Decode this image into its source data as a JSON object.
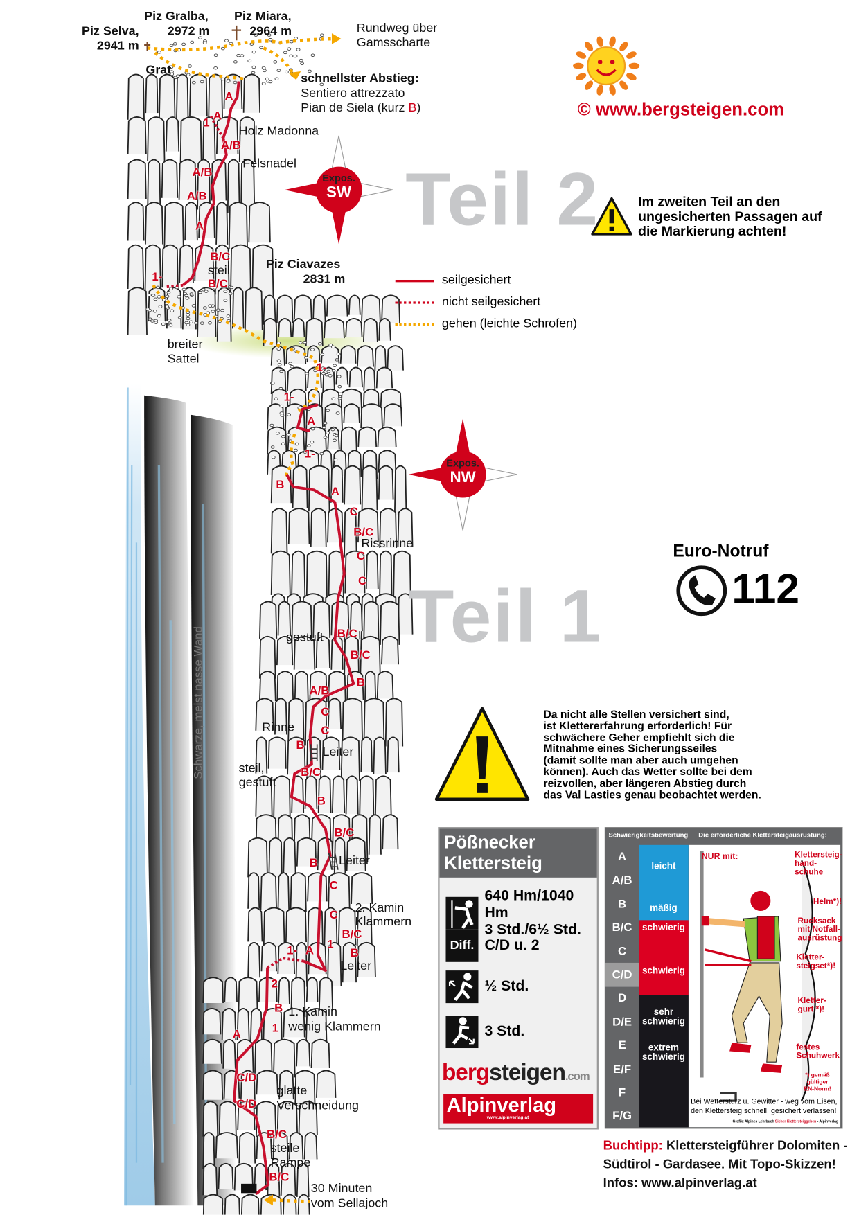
{
  "peaks": [
    {
      "name": "Piz Selva,",
      "alt": "2941 m"
    },
    {
      "name": "Piz Gralba,",
      "alt": "2972 m"
    },
    {
      "name": "Piz Miara,",
      "alt": "2964 m"
    },
    {
      "name": "Piz  Ciavazes",
      "alt": "2831 m"
    }
  ],
  "top_notes": {
    "rundweg": [
      "Rundweg über",
      "Gamsscharte"
    ],
    "grat": "Grat",
    "abstieg_title": "schnellster Abstieg:",
    "abstieg_l1": "Sentiero attrezzato",
    "abstieg_l2a": "Pian de Siela (kurz ",
    "abstieg_l2b": "B",
    "abstieg_l2c": ")"
  },
  "brand": {
    "copyright": "©  www.bergsteigen.com"
  },
  "teil2": {
    "title": "Teil 2",
    "exposure_label": "Expos.",
    "exposure": "SW",
    "warning": [
      "Im zweiten Teil an den",
      "ungesicherten Passagen auf",
      "die  Markierung achten!"
    ]
  },
  "teil1": {
    "title": "Teil 1",
    "exposure_label": "Expos.",
    "exposure": "NW"
  },
  "legend": [
    {
      "label": "seilgesichert",
      "color": "#d0021b",
      "style": "solid"
    },
    {
      "label": "nicht seilgesichert",
      "color": "#d0021b",
      "style": "dotted"
    },
    {
      "label": "gehen (leichte Schrofen)",
      "color": "#f5a800",
      "style": "dotted"
    }
  ],
  "notruf": {
    "title": "Euro-Notruf",
    "number": "112"
  },
  "warning_main": [
    "Da nicht alle Stellen versichert sind,",
    "ist Klettererfahrung erforderlich! Für",
    "schwächere Geher empfiehlt sich die",
    "Mitnahme eines Sicherungsseiles",
    "(damit sollte man aber auch umgehen",
    "können). Auch das Wetter sollte bei dem",
    "reizvollen, aber längeren Abstieg durch",
    "das Val Lasties genau beobachtet werden."
  ],
  "wall_label": "Schwarze, meist nasse Wand",
  "route_labels": {
    "holz_madonna": "Holz Madonna",
    "felsnadel": "Felsnadel",
    "steil": "steil",
    "breiter": "breiter",
    "sattel": "Sattel",
    "rissrinne": "Rissrinne",
    "gestuft": "gestuft",
    "rinne": "Rinne",
    "leiter1": "Leiter",
    "steil_gestuft_1": "steil,",
    "steil_gestuft_2": "gestuft",
    "leiter2": "Leiter",
    "kamin2_1": "2. Kamin",
    "kamin2_2": "Klammern",
    "leiter3": "Leiter",
    "kamin1_1": "1. Kamin",
    "kamin1_2": "wenig Klammern",
    "glatte": "glatte",
    "verschneidung": "Verschneidung",
    "steile": "steile",
    "rampe": "Rampe",
    "zustieg1": "30 Minuten",
    "zustieg2": "vom Sellajoch"
  },
  "grades": [
    "A",
    "1",
    "A",
    "A/B",
    "A/B",
    "A/B",
    "A",
    "B/C",
    "B/C",
    "1-",
    "1-",
    "1-",
    "A",
    "1-",
    "B",
    "A",
    "C",
    "B/C",
    "C",
    "C",
    "B/C",
    "B/C",
    "B",
    "A/B",
    "C",
    "C",
    "B",
    "B/C",
    "B",
    "B/C",
    "B",
    "C",
    "C",
    "B/C",
    "B",
    "1-",
    "A",
    "1",
    "2",
    "B",
    "1",
    "A",
    "C/D",
    "C/D",
    "B/C",
    "B/C"
  ],
  "info": {
    "title": [
      "Pößnecker",
      "Klettersteig"
    ],
    "rows": [
      {
        "icon": "climber-icon",
        "lines": [
          "640 Hm/1040 Hm",
          "3 Std./6½ Std."
        ]
      },
      {
        "icon": "difficulty-icon",
        "icon_text": "Diff.",
        "lines": [
          "C/D u. 2"
        ]
      },
      {
        "icon": "approach-icon",
        "lines": [
          "½ Std."
        ]
      },
      {
        "icon": "descent-icon",
        "lines": [
          "3 Std."
        ]
      }
    ],
    "logo1_a": "berg",
    "logo1_b": "steigen",
    "logo1_c": ".com",
    "logo2": "Alpinverlag",
    "logo2_url": "www.alpinverlag.at"
  },
  "grade_scale": {
    "header_left": "Schwierigkeitsbewertung",
    "header_right": "Die erforderliche Klettersteigausrüstung:",
    "grades": [
      "A",
      "A/B",
      "B",
      "B/C",
      "C",
      "C/D",
      "D",
      "D/E",
      "E",
      "E/F",
      "F",
      "F/G"
    ],
    "highlighted": "C/D",
    "bands": [
      "leicht",
      "mäßig",
      "schwierig",
      "schwierig",
      "sehr schwierig",
      "extrem schwierig"
    ],
    "band_colors": {
      "easy": "#1f9ad6",
      "hard": "#dc0021",
      "extreme": "#18171c"
    },
    "equipment_title": "NUR mit:",
    "equipment": [
      "Klettersteig-",
      "hand-",
      "schuhe",
      "Helm*)!",
      "Rucksack",
      "mit Notfall-",
      "ausrüstung",
      "Kletter-",
      "steigset*)!",
      "Kletter-",
      "gurt *)!",
      "festes",
      "Schuhwerk"
    ],
    "norm": [
      "*) gemäß",
      "gültiger",
      "EN-Norm!"
    ],
    "weather": [
      "Bei Wettersturz u. Gewitter - weg vom Eisen,",
      "den Klettersteig schnell, gesichert verlassen!"
    ],
    "credit_a": "Grafik: Alpines Lehrbuch ",
    "credit_b": "Sicher Klettersteiggehen",
    "credit_c": " - Alpinverlag"
  },
  "buchtipp": {
    "label": "Buchtipp:",
    "l1": " Klettersteigführer Dolomiten -",
    "l2": "Südtirol - Gardasee. Mit Topo-Skizzen!",
    "l3": "Infos: www.alpinverlag.at"
  }
}
